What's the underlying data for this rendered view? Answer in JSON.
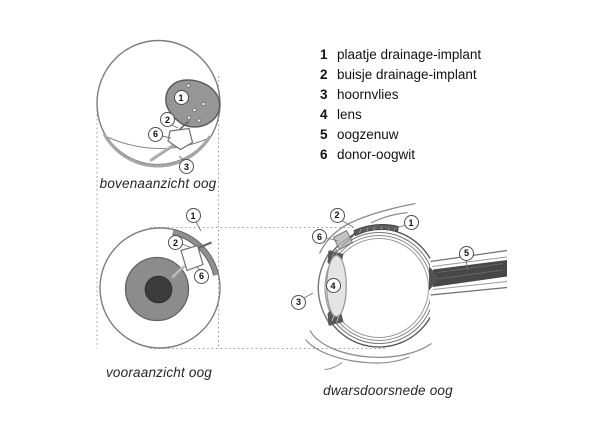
{
  "page": {
    "background": "#ffffff"
  },
  "legend": {
    "items": [
      {
        "num": "1",
        "label": "plaatje drainage-implant"
      },
      {
        "num": "2",
        "label": "buisje drainage-implant"
      },
      {
        "num": "3",
        "label": "hoornvlies"
      },
      {
        "num": "4",
        "label": "lens"
      },
      {
        "num": "5",
        "label": "oogzenuw"
      },
      {
        "num": "6",
        "label": "donor-oogwit"
      }
    ]
  },
  "views": {
    "top": {
      "caption": "bovenaanzicht oog"
    },
    "front": {
      "caption": "vooraanzicht oog"
    },
    "cross": {
      "caption": "dwarsdoorsnede oog"
    }
  },
  "markers": {
    "top": [
      {
        "n": "1"
      },
      {
        "n": "2"
      },
      {
        "n": "6"
      },
      {
        "n": "3"
      }
    ],
    "front": [
      {
        "n": "1"
      },
      {
        "n": "2"
      },
      {
        "n": "6"
      }
    ],
    "cross": [
      {
        "n": "2"
      },
      {
        "n": "1"
      },
      {
        "n": "6"
      },
      {
        "n": "5"
      },
      {
        "n": "3"
      },
      {
        "n": "4"
      }
    ]
  },
  "colors": {
    "implant_plate": "#969696",
    "iris": "#8c8c8c",
    "pupil": "#3c3c3c",
    "outline": "#7d7d7d",
    "text": "#1c1c1c"
  }
}
